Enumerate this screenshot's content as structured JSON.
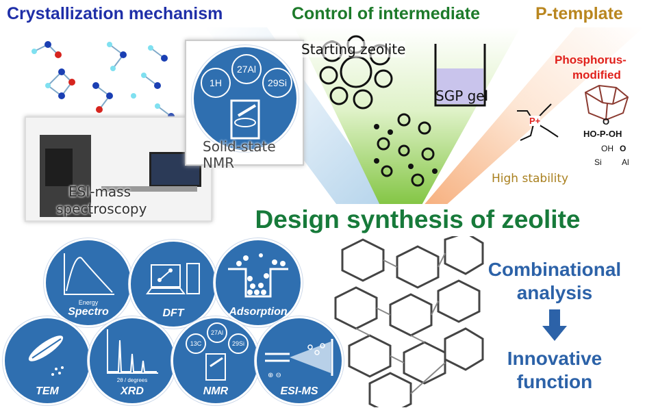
{
  "titles": {
    "crystallization": "Crystallization mechanism",
    "intermediate": "Control of intermediate",
    "ptemplate": "P-template"
  },
  "labels": {
    "starting_zeolite": "Starting zeolite",
    "sgp_gel": "SGP gel",
    "phosphorus_modified_1": "Phosphorus-",
    "phosphorus_modified_2": "modified",
    "high_stability": "High stability",
    "solid_state_nmr_1": "Solid-state",
    "solid_state_nmr_2": "NMR",
    "esi_mass_1": "ESI-mass",
    "esi_mass_2": "spectroscopy",
    "design_synthesis": "Design synthesis of zeolite",
    "combinational_1": "Combinational",
    "combinational_2": "analysis",
    "innovative_1": "Innovative",
    "innovative_2": "function"
  },
  "nmr_badge": {
    "h": "1H",
    "al": "27Al",
    "si": "29Si"
  },
  "chem": {
    "p_plus": "P+",
    "o_top": "O",
    "ho_p_oh": "HO-P-OH",
    "oh": "OH",
    "o": "O",
    "si": "Si",
    "al": "Al"
  },
  "methods": [
    {
      "name": "Spectro",
      "sub": "Energy"
    },
    {
      "name": "DFT",
      "sub": ""
    },
    {
      "name": "Adsorption",
      "sub": ""
    },
    {
      "name": "TEM",
      "sub": ""
    },
    {
      "name": "XRD",
      "sub": "2θ / degrees"
    },
    {
      "name": "NMR",
      "sub": ""
    },
    {
      "name": "ESI-MS",
      "sub": ""
    }
  ],
  "nmr_small": {
    "c": "13C",
    "al": "27Al",
    "si": "29Si"
  },
  "colors": {
    "blue_title": "#1f2fa8",
    "green_title": "#1d7a2a",
    "gold_title": "#b9861f",
    "circle_blue": "#2f6fb0",
    "banner_green": "#177a3a",
    "text_blue": "#2c62a8",
    "phosphorus_red": "#e0201b"
  }
}
